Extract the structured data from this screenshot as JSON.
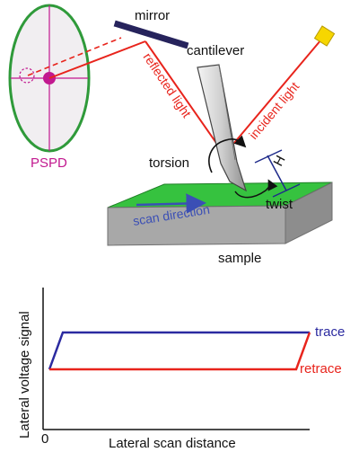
{
  "labels": {
    "mirror": "mirror",
    "cantilever": "cantilever",
    "reflected_light": "reflected light",
    "incident_light": "incident light",
    "pspd": "PSPD",
    "torsion": "torsion",
    "height": "H",
    "twist": "twist",
    "scan_direction": "scan direction",
    "sample": "sample"
  },
  "graph": {
    "y_axis_label": "Lateral voltage signal",
    "x_axis_label": "Lateral scan distance",
    "origin_label": "0",
    "trace_label": "trace",
    "retrace_label": "retrace"
  },
  "colors": {
    "laser": "#e8241c",
    "pspd_border": "#2f9a3a",
    "pspd_fill": "#f1eef1",
    "pspd_marks": "#c2188f",
    "mirror": "#26235c",
    "source": "#f6d600",
    "sample_top": "#36c23f",
    "sample_front": "#a8a8a8",
    "trace": "#2b2aa0",
    "retrace": "#e8241c",
    "scan_arrow": "#3b4fb5"
  }
}
